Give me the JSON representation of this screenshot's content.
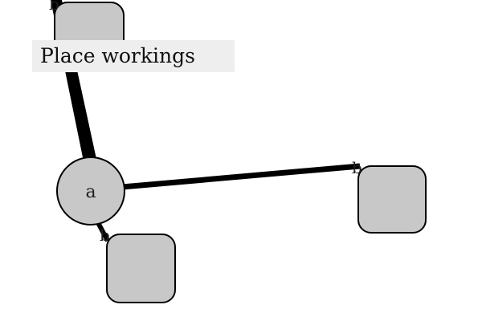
{
  "caption": {
    "text": "Place workings"
  },
  "colors": {
    "node_fill": "#c8c8c8",
    "node_stroke": "#000000",
    "edge": "#000000",
    "caption_bg": "#eeeeee"
  },
  "nodes": {
    "circle": {
      "label": "a"
    },
    "square_top": {
      "label": ""
    },
    "square_bottom": {
      "label": ""
    },
    "square_right": {
      "label": ""
    }
  },
  "ports": {
    "top": {
      "label": "b"
    },
    "bottom": {
      "label": "b"
    },
    "right": {
      "label": "b"
    }
  }
}
